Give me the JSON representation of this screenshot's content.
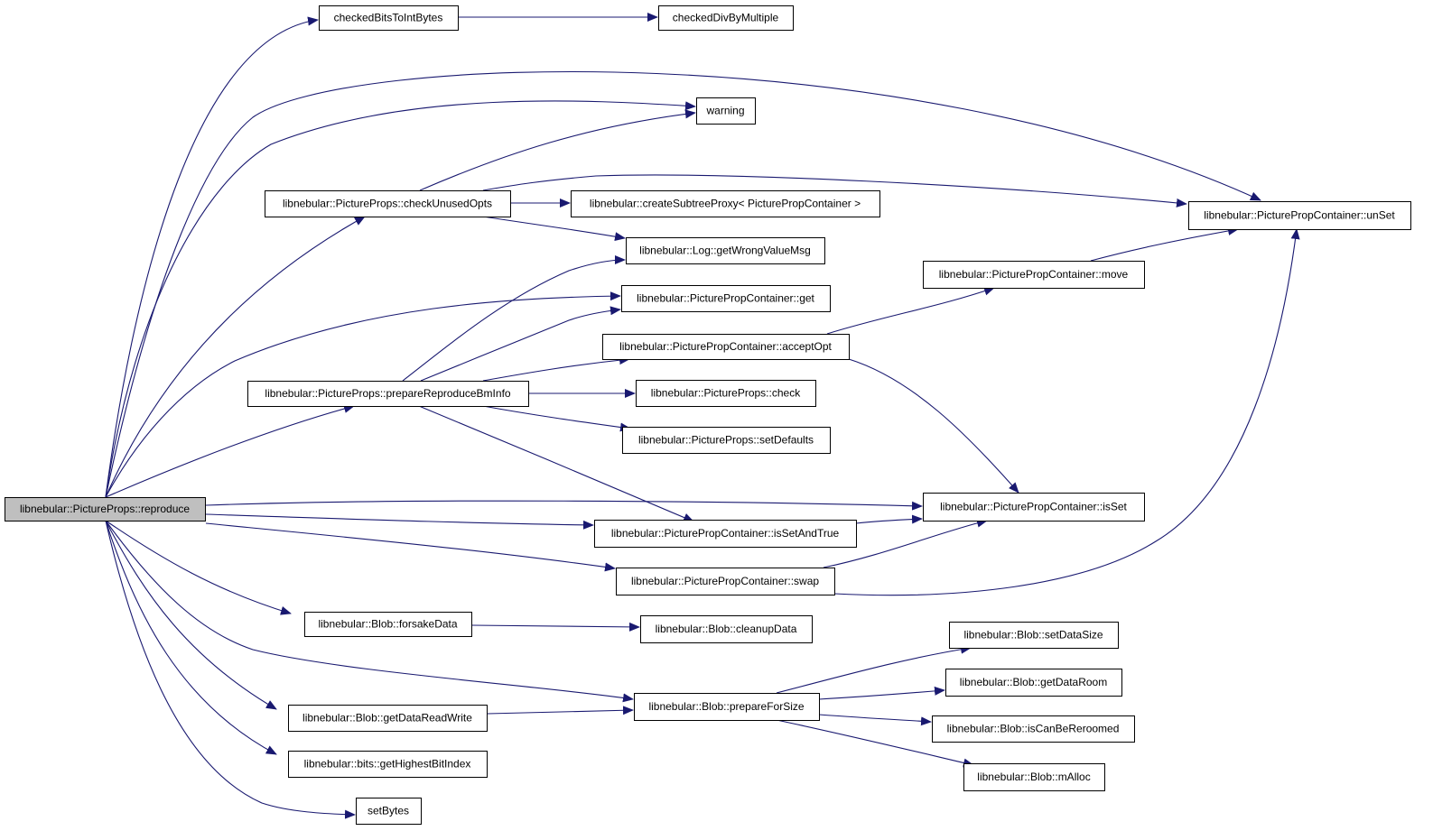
{
  "nodes": [
    {
      "id": "root",
      "label": "libnebular::PictureProps::reproduce",
      "root": true
    },
    {
      "id": "checkedBitsToIntBytes",
      "label": "checkedBitsToIntBytes"
    },
    {
      "id": "checkedDivByMultiple",
      "label": "checkedDivByMultiple"
    },
    {
      "id": "warning",
      "label": "warning"
    },
    {
      "id": "checkUnusedOpts",
      "label": "libnebular::PictureProps::checkUnusedOpts"
    },
    {
      "id": "createSubtreeProxy",
      "label": "libnebular::createSubtreeProxy< PicturePropContainer >"
    },
    {
      "id": "unSet",
      "label": "libnebular::PicturePropContainer::unSet"
    },
    {
      "id": "getWrongValueMsg",
      "label": "libnebular::Log::getWrongValueMsg"
    },
    {
      "id": "move",
      "label": "libnebular::PicturePropContainer::move"
    },
    {
      "id": "get",
      "label": "libnebular::PicturePropContainer::get"
    },
    {
      "id": "acceptOpt",
      "label": "libnebular::PicturePropContainer::acceptOpt"
    },
    {
      "id": "prepareReproduceBmInfo",
      "label": "libnebular::PictureProps::prepareReproduceBmInfo"
    },
    {
      "id": "check",
      "label": "libnebular::PictureProps::check"
    },
    {
      "id": "setDefaults",
      "label": "libnebular::PictureProps::setDefaults"
    },
    {
      "id": "isSet",
      "label": "libnebular::PicturePropContainer::isSet"
    },
    {
      "id": "isSetAndTrue",
      "label": "libnebular::PicturePropContainer::isSetAndTrue"
    },
    {
      "id": "swap",
      "label": "libnebular::PicturePropContainer::swap"
    },
    {
      "id": "forsakeData",
      "label": "libnebular::Blob::forsakeData"
    },
    {
      "id": "cleanupData",
      "label": "libnebular::Blob::cleanupData"
    },
    {
      "id": "setDataSize",
      "label": "libnebular::Blob::setDataSize"
    },
    {
      "id": "getDataRoom",
      "label": "libnebular::Blob::getDataRoom"
    },
    {
      "id": "prepareForSize",
      "label": "libnebular::Blob::prepareForSize"
    },
    {
      "id": "getDataReadWrite",
      "label": "libnebular::Blob::getDataReadWrite"
    },
    {
      "id": "isCanBeReroomed",
      "label": "libnebular::Blob::isCanBeReroomed"
    },
    {
      "id": "mAlloc",
      "label": "libnebular::Blob::mAlloc"
    },
    {
      "id": "getHighestBitIndex",
      "label": "libnebular::bits::getHighestBitIndex"
    },
    {
      "id": "setBytes",
      "label": "setBytes"
    }
  ],
  "edges": [
    {
      "from": "root",
      "to": "checkedBitsToIntBytes"
    },
    {
      "from": "checkedBitsToIntBytes",
      "to": "checkedDivByMultiple"
    },
    {
      "from": "root",
      "to": "unSet"
    },
    {
      "from": "root",
      "to": "warning"
    },
    {
      "from": "root",
      "to": "checkUnusedOpts"
    },
    {
      "from": "checkUnusedOpts",
      "to": "warning"
    },
    {
      "from": "checkUnusedOpts",
      "to": "unSet"
    },
    {
      "from": "checkUnusedOpts",
      "to": "createSubtreeProxy"
    },
    {
      "from": "checkUnusedOpts",
      "to": "getWrongValueMsg"
    },
    {
      "from": "root",
      "to": "get"
    },
    {
      "from": "root",
      "to": "prepareReproduceBmInfo"
    },
    {
      "from": "prepareReproduceBmInfo",
      "to": "getWrongValueMsg"
    },
    {
      "from": "prepareReproduceBmInfo",
      "to": "get"
    },
    {
      "from": "prepareReproduceBmInfo",
      "to": "acceptOpt"
    },
    {
      "from": "prepareReproduceBmInfo",
      "to": "check"
    },
    {
      "from": "prepareReproduceBmInfo",
      "to": "setDefaults"
    },
    {
      "from": "prepareReproduceBmInfo",
      "to": "isSetAndTrue"
    },
    {
      "from": "acceptOpt",
      "to": "move"
    },
    {
      "from": "move",
      "to": "unSet"
    },
    {
      "from": "acceptOpt",
      "to": "isSet"
    },
    {
      "from": "root",
      "to": "isSet"
    },
    {
      "from": "root",
      "to": "isSetAndTrue"
    },
    {
      "from": "isSetAndTrue",
      "to": "isSet"
    },
    {
      "from": "root",
      "to": "swap"
    },
    {
      "from": "swap",
      "to": "isSet"
    },
    {
      "from": "swap",
      "to": "unSet"
    },
    {
      "from": "root",
      "to": "forsakeData"
    },
    {
      "from": "forsakeData",
      "to": "cleanupData"
    },
    {
      "from": "root",
      "to": "prepareForSize"
    },
    {
      "from": "root",
      "to": "getDataReadWrite"
    },
    {
      "from": "getDataReadWrite",
      "to": "prepareForSize"
    },
    {
      "from": "prepareForSize",
      "to": "setDataSize"
    },
    {
      "from": "prepareForSize",
      "to": "getDataRoom"
    },
    {
      "from": "prepareForSize",
      "to": "isCanBeReroomed"
    },
    {
      "from": "prepareForSize",
      "to": "mAlloc"
    },
    {
      "from": "root",
      "to": "getHighestBitIndex"
    },
    {
      "from": "root",
      "to": "setBytes"
    }
  ],
  "colors": {
    "edge": "#191970",
    "node_border": "#000000",
    "root_fill": "#bfbfbf",
    "node_fill": "#ffffff"
  }
}
